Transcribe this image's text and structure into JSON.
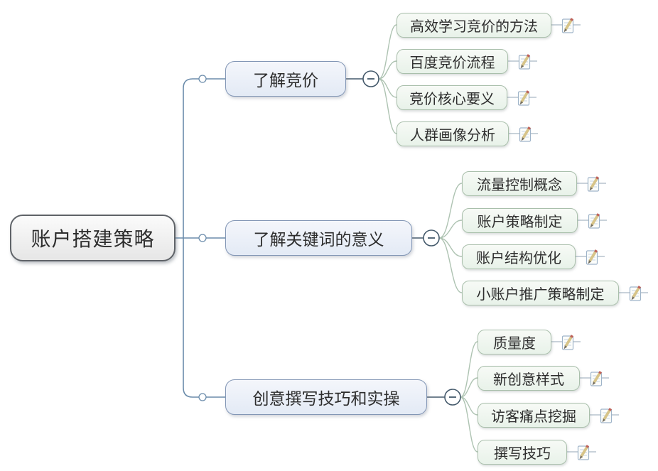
{
  "mindmap": {
    "root": {
      "label": "账户搭建策略"
    },
    "branches": [
      {
        "label": "了解竞价",
        "collapse_state": "collapsed-toggle-minus",
        "children": [
          {
            "label": "高效学习竞价的方法",
            "marker": "note-pencil-icon"
          },
          {
            "label": "百度竞价流程",
            "marker": "note-pencil-icon"
          },
          {
            "label": "竞价核心要义",
            "marker": "note-pencil-icon"
          },
          {
            "label": "人群画像分析",
            "marker": "note-pencil-icon"
          }
        ]
      },
      {
        "label": "了解关键词的意义",
        "collapse_state": "collapsed-toggle-minus",
        "children": [
          {
            "label": "流量控制概念",
            "marker": "note-pencil-icon"
          },
          {
            "label": "账户策略制定",
            "marker": "note-pencil-icon"
          },
          {
            "label": "账户结构优化",
            "marker": "note-pencil-icon"
          },
          {
            "label": "小账户推广策略制定",
            "marker": "note-pencil-icon"
          }
        ]
      },
      {
        "label": "创意撰写技巧和实操",
        "collapse_state": "collapsed-toggle-minus",
        "children": [
          {
            "label": "质量度",
            "marker": "note-pencil-icon"
          },
          {
            "label": "新创意样式",
            "marker": "note-pencil-icon"
          },
          {
            "label": "访客痛点挖掘",
            "marker": "note-pencil-icon"
          },
          {
            "label": "撰写技巧",
            "marker": "note-pencil-icon"
          }
        ]
      }
    ]
  },
  "colors": {
    "text": "#2d2d2d",
    "root_border": "#5f6368",
    "root_fill_top": "#fbfbfb",
    "root_fill_bottom": "#e6e6e6",
    "branch_border": "#8296b5",
    "branch_fill_top": "#f4f6fb",
    "branch_fill_bottom": "#e3eaf5",
    "leaf_border": "#a9bfab",
    "leaf_fill_top": "#f7faf6",
    "leaf_fill_bottom": "#e8f2e9",
    "trunk_line": "#6b8cab",
    "fan_line": "#aec3b2",
    "stub_line": "#a9b8c4",
    "collapse_stroke": "#44596b",
    "collapse_fill": "#ffffff"
  }
}
